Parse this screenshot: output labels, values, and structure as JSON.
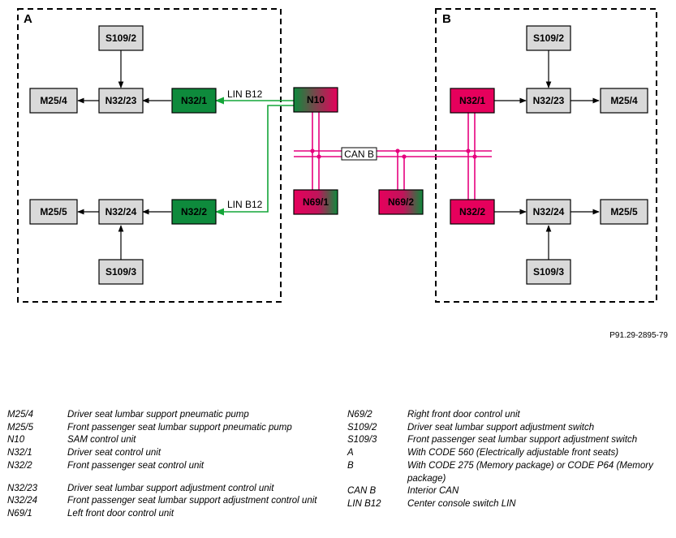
{
  "regions": {
    "a": "A",
    "b": "B"
  },
  "components": {
    "s109_2_left": "S109/2",
    "m25_4_left": "M25/4",
    "n32_23_left": "N32/23",
    "n32_1": "N32/1",
    "m25_5_left": "M25/5",
    "n32_24_left": "N32/24",
    "n32_2": "N32/2",
    "s109_3_left": "S109/3",
    "n10": "N10",
    "n69_1": "N69/1",
    "n69_2": "N69/2",
    "s109_2_right": "S109/2",
    "n32_1_right": "N32/1",
    "n32_23_right": "N32/23",
    "m25_4_right": "M25/4",
    "n32_2_right": "N32/2",
    "n32_24_right": "N32/24",
    "m25_5_right": "M25/5",
    "s109_3_right": "S109/3"
  },
  "bus_labels": {
    "lin_top": "LIN B12",
    "lin_bottom": "LIN B12",
    "can": "CAN B"
  },
  "figure_ref": "P91.29-2895-79",
  "colors": {
    "green": "#0e8a3c",
    "magenta": "#e6005c",
    "grey_box": "#d9d9d9",
    "lin_line": "#13a538",
    "can_line": "#e6007e"
  },
  "legend_left": [
    {
      "code": "M25/4",
      "desc": "Driver seat lumbar support pneumatic pump"
    },
    {
      "code": "M25/5",
      "desc": "Front passenger seat lumbar support pneumatic pump"
    },
    {
      "code": "N10",
      "desc": "SAM control unit"
    },
    {
      "code": "N32/1",
      "desc": "Driver seat control unit"
    },
    {
      "code": "N32/2",
      "desc": "Front passenger seat control unit"
    },
    {
      "code": "N32/23",
      "desc": "Driver seat lumbar support adjustment control unit"
    },
    {
      "code": "N32/24",
      "desc": "Front passenger seat lumbar support adjustment control unit"
    },
    {
      "code": "N69/1",
      "desc": "Left front door control unit"
    }
  ],
  "legend_right": [
    {
      "code": "N69/2",
      "desc": "Right front door control unit"
    },
    {
      "code": "S109/2",
      "desc": "Driver seat lumbar support adjustment switch"
    },
    {
      "code": "S109/3",
      "desc": "Front passenger seat lumbar support adjustment switch"
    },
    {
      "code": "A",
      "desc": "With CODE 560 (Electrically adjustable front seats)"
    },
    {
      "code": "B",
      "desc": "With CODE 275 (Memory package) or CODE P64 (Memory package)"
    },
    {
      "code": "CAN B",
      "desc": "Interior CAN"
    },
    {
      "code": "LIN B12",
      "desc": "Center console switch LIN"
    }
  ]
}
